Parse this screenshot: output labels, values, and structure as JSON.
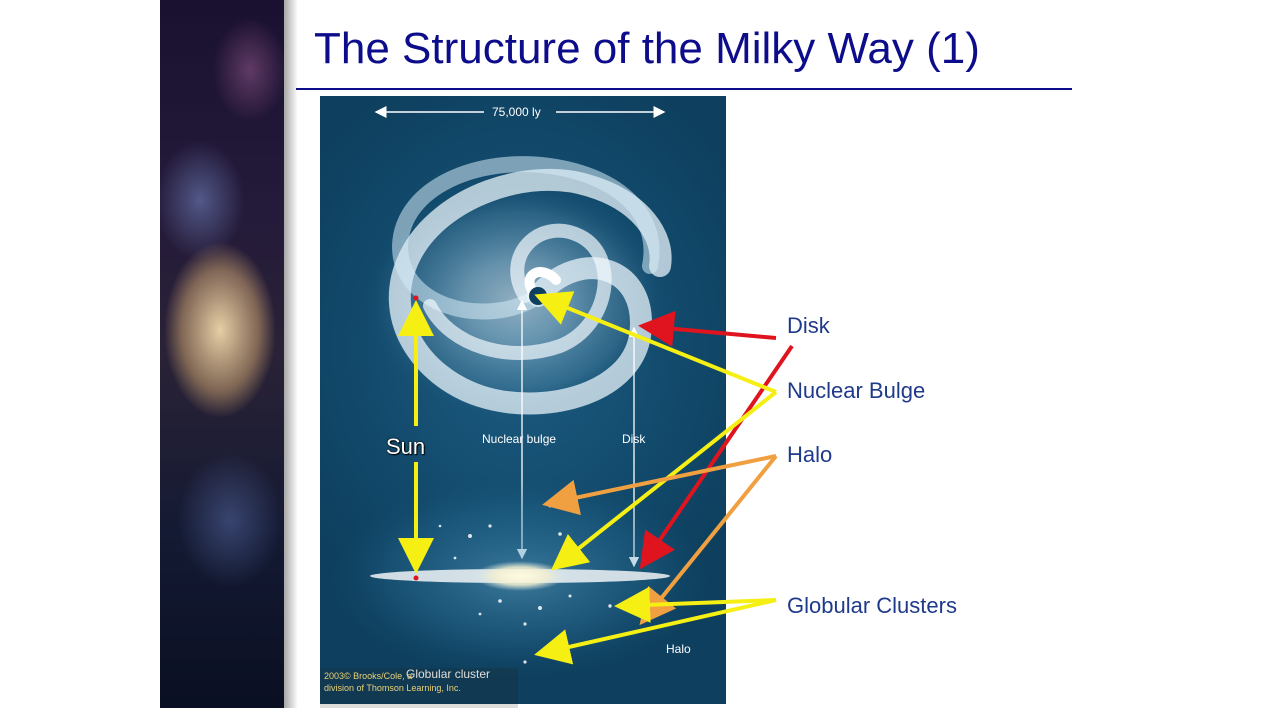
{
  "slide": {
    "title": "The Structure of the Milky Way (1)"
  },
  "figure": {
    "scale_label": "75,000 ly",
    "nuclear_bulge_label": "Nuclear bulge",
    "disk_label": "Disk",
    "halo_label": "Halo",
    "globular_cluster_label": "Globular cluster",
    "copyright_line1": "2003© Brooks/Cole, a",
    "copyright_line2": "division of Thomson Learning, Inc."
  },
  "callouts": {
    "sun": "Sun",
    "disk": "Disk",
    "nuclear_bulge": "Nuclear Bulge",
    "halo": "Halo",
    "globular_clusters": "Globular Clusters"
  },
  "colors": {
    "title": "#0d0d8c",
    "callout_text": "#1f3a8a",
    "arrow_disk": "#e0141e",
    "arrow_bulge": "#f5ef14",
    "arrow_halo": "#f0a040",
    "arrow_clusters": "#f5ef14"
  }
}
